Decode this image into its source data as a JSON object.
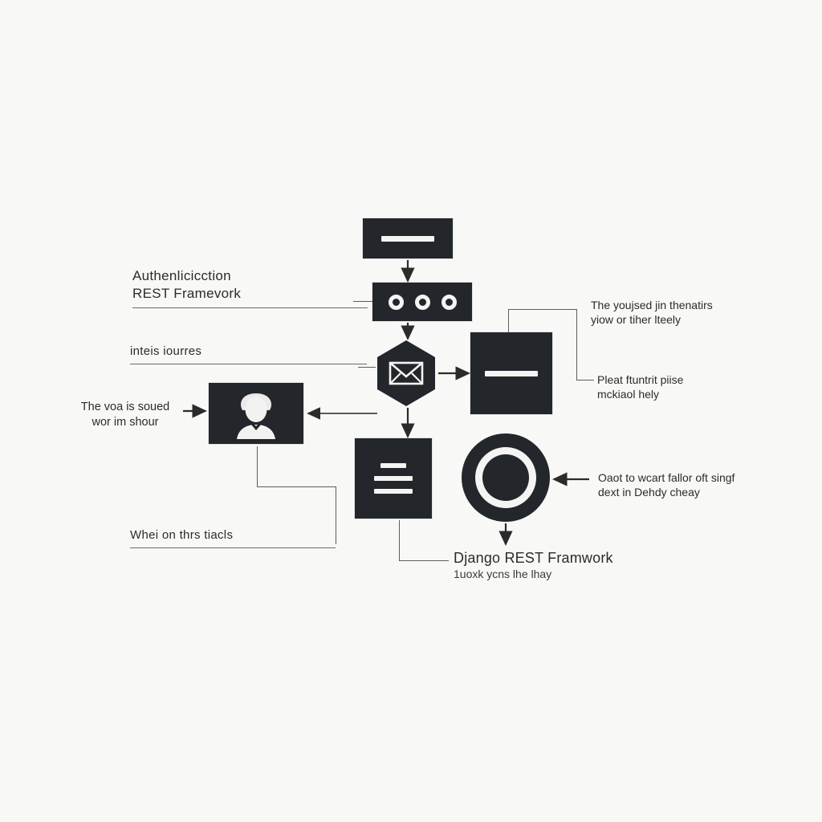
{
  "diagram": {
    "title_label": "Authenlicicction REST Framevork",
    "background_color": "#f8f8f6",
    "node_color": "#23262b",
    "accent_color": "#f4f4f2",
    "line_color": "#5d5d5d",
    "nodes": [
      {
        "name": "header-bar-node",
        "icon": "rectangle-single-bar-icon"
      },
      {
        "name": "ring-row-node",
        "icon": "three-rings-icon"
      },
      {
        "name": "mail-hex-node",
        "icon": "envelope-hexagon-icon"
      },
      {
        "name": "panel-bar-node",
        "icon": "square-single-bar-icon"
      },
      {
        "name": "user-card-node",
        "icon": "user-avatar-card-icon"
      },
      {
        "name": "doc-lines-node",
        "icon": "document-lines-icon"
      },
      {
        "name": "target-circle-node",
        "icon": "concentric-circle-icon"
      }
    ],
    "labels": {
      "auth": {
        "line1": "Authenlicicction",
        "line2": "REST Framevork"
      },
      "internals": {
        "line1": "inteis iourres"
      },
      "left_mid": {
        "line1": "The voa is soued",
        "line2": "wor im shour"
      },
      "bottom_left": {
        "line1": "Whei on thrs tiacls"
      },
      "right_top": {
        "line1": "The youjsed jin thenatirs",
        "line2": "yiow or tiher lteely"
      },
      "right_mid": {
        "line1": "Pleat ftuntrit piise",
        "line2": "mckiaol hely"
      },
      "right_bottom": {
        "line1": "Oaot to wcart fallor oft singf",
        "line2": "dext in Dehdy cheay"
      },
      "bottom_center": {
        "line1": "Django REST Framwork",
        "line2": "1uoxk ycns lhe lhay"
      }
    }
  }
}
